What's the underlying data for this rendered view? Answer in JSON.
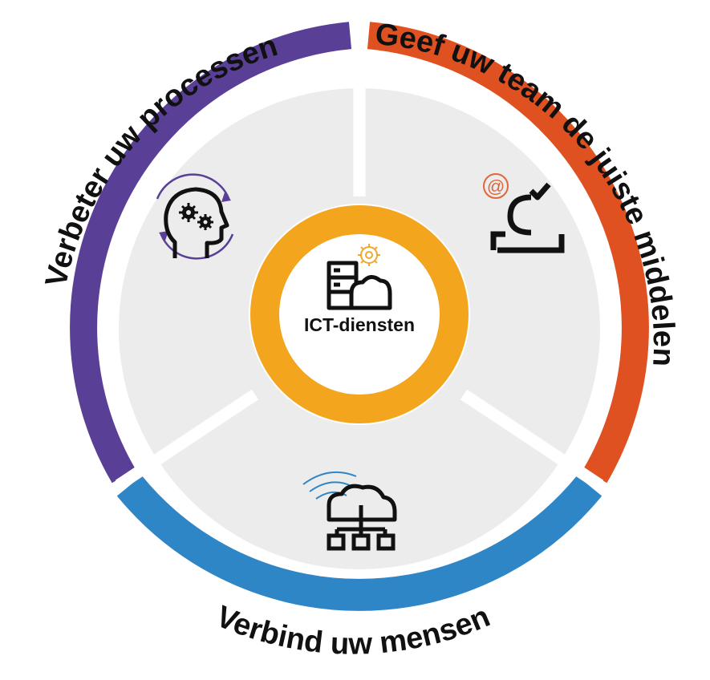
{
  "center": {
    "label": "ICT-diensten",
    "icon": "server-cloud-gear-icon",
    "ring_color": "#f3a51e"
  },
  "segments": [
    {
      "id": "processes",
      "label": "Verbeter uw processen",
      "color": "#5a3f97",
      "icon": "head-gears-icon"
    },
    {
      "id": "tools",
      "label": "Geef uw team de juiste middelen",
      "color": "#e05121",
      "icon": "user-email-check-icon"
    },
    {
      "id": "people",
      "label": "Verbind uw mensen",
      "color": "#2f86c6",
      "icon": "cloud-network-icon"
    }
  ],
  "colors": {
    "panel": "#ececec",
    "divider": "#ffffff",
    "icon_line": "#111111",
    "icon_accent": "#f0a830",
    "icon_accent_red": "#e0663a"
  }
}
